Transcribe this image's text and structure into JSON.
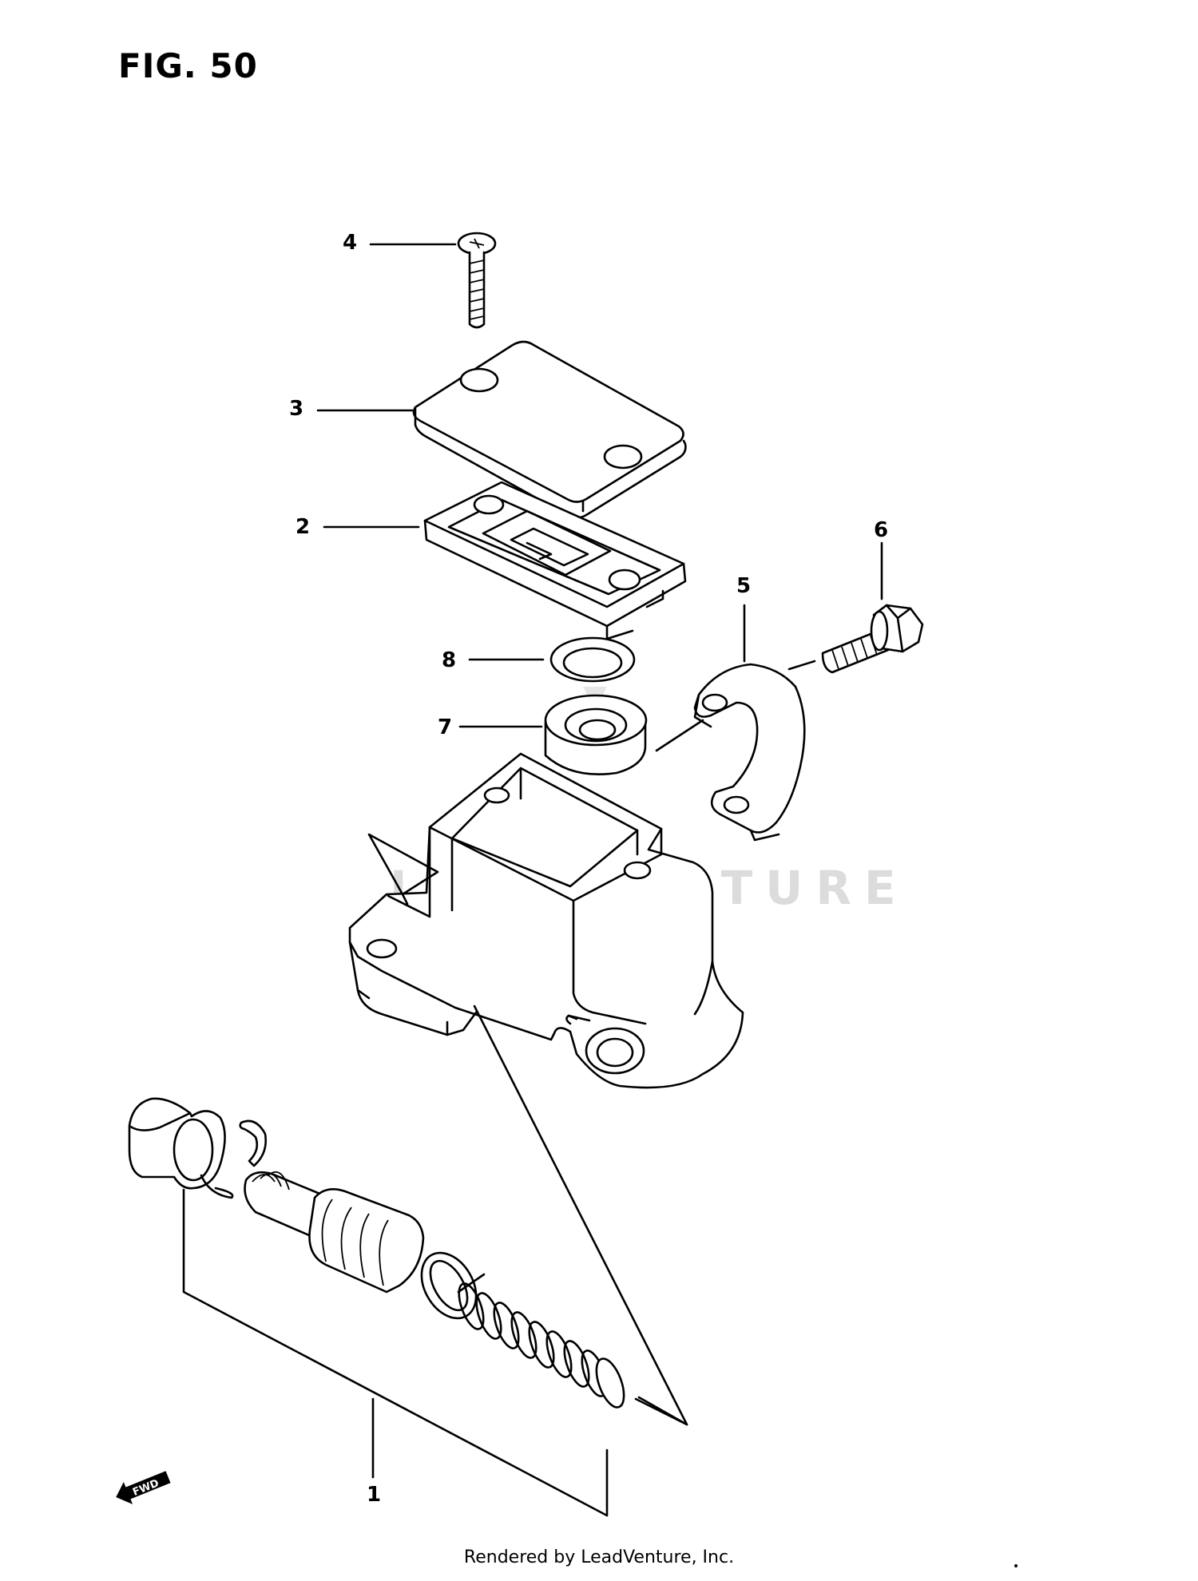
{
  "figure": {
    "title": "FIG. 50"
  },
  "callouts": [
    {
      "id": "1",
      "label": "1"
    },
    {
      "id": "2",
      "label": "2"
    },
    {
      "id": "3",
      "label": "3"
    },
    {
      "id": "4",
      "label": "4"
    },
    {
      "id": "5",
      "label": "5"
    },
    {
      "id": "6",
      "label": "6"
    },
    {
      "id": "7",
      "label": "7"
    },
    {
      "id": "8",
      "label": "8"
    }
  ],
  "direction_marker": {
    "label": "FWD",
    "icon": "fwd-arrow-icon"
  },
  "watermark": {
    "text": "LEADVENTURE"
  },
  "footer": {
    "text": "Rendered by LeadVenture, Inc."
  }
}
